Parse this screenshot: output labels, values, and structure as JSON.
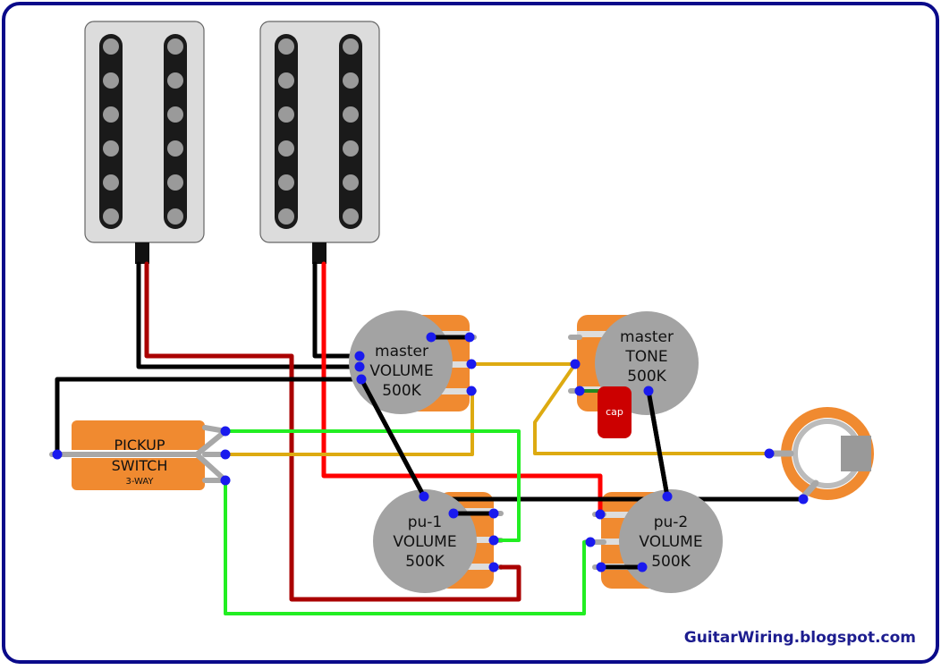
{
  "colors": {
    "frame": "#0a0a8a",
    "pickup_cover": "#dcdcdc",
    "bobbin": "#1a1a1a",
    "pole_piece": "#9a9a9a",
    "pot_body": "#a3a3a3",
    "pot_lug": "#f08a30",
    "switch_body": "#f08a30",
    "capacitor": "#cc0000",
    "solder_point": "#1a1aee",
    "wire_black": "#000000",
    "wire_red_bright": "#ff0000",
    "wire_red_dark": "#aa0000",
    "wire_green": "#22ee22",
    "wire_yellow": "#ddaa11",
    "lead_gray": "#a8a8a8",
    "jack_ring": "#f08a30"
  },
  "pots": {
    "master_volume": {
      "lines": [
        "master",
        "VOLUME",
        "500K"
      ]
    },
    "master_tone": {
      "lines": [
        "master",
        "TONE",
        "500K"
      ]
    },
    "pu1_volume": {
      "lines": [
        "pu-1",
        "VOLUME",
        "500K"
      ]
    },
    "pu2_volume": {
      "lines": [
        "pu-2",
        "VOLUME",
        "500K"
      ]
    }
  },
  "switch": {
    "line1": "PICKUP",
    "line2": "SWITCH",
    "line3": "3-WAY"
  },
  "capacitor": {
    "label": "cap"
  },
  "credit": "GuitarWiring.blogspot.com"
}
